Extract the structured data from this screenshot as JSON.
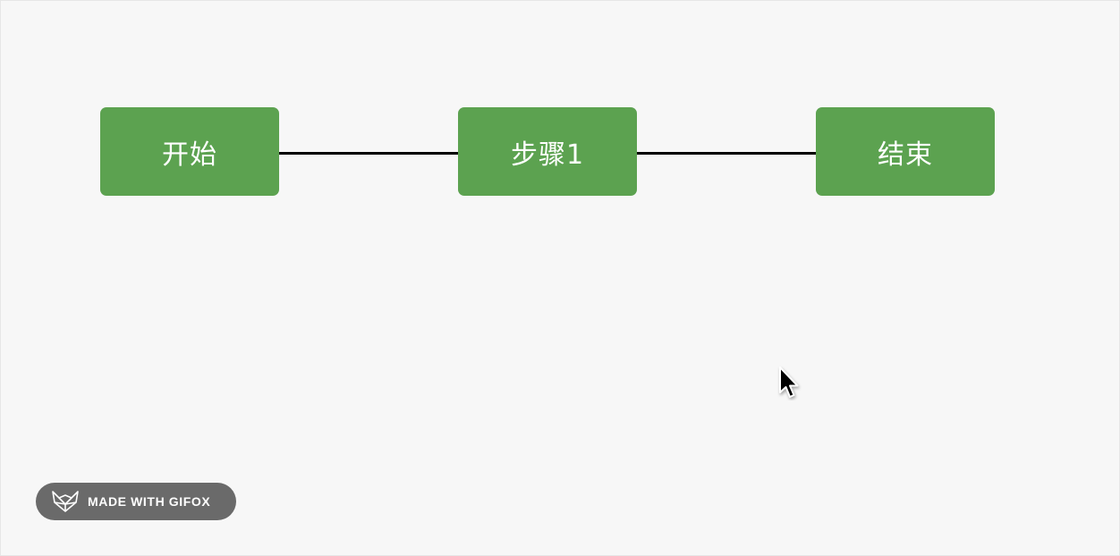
{
  "diagram": {
    "nodes": [
      {
        "id": "start",
        "label": "开始"
      },
      {
        "id": "step1",
        "label": "步骤1"
      },
      {
        "id": "end",
        "label": "结束"
      }
    ],
    "edges": [
      {
        "from": "start",
        "to": "step1"
      },
      {
        "from": "step1",
        "to": "end"
      }
    ],
    "colors": {
      "node_fill": "#5ca250",
      "node_text": "#ffffff",
      "edge": "#000000",
      "background": "#f7f7f7"
    }
  },
  "watermark": {
    "text": "MADE WITH GIFOX",
    "icon": "fox-icon"
  },
  "cursor": {
    "icon": "arrow-cursor-icon"
  }
}
